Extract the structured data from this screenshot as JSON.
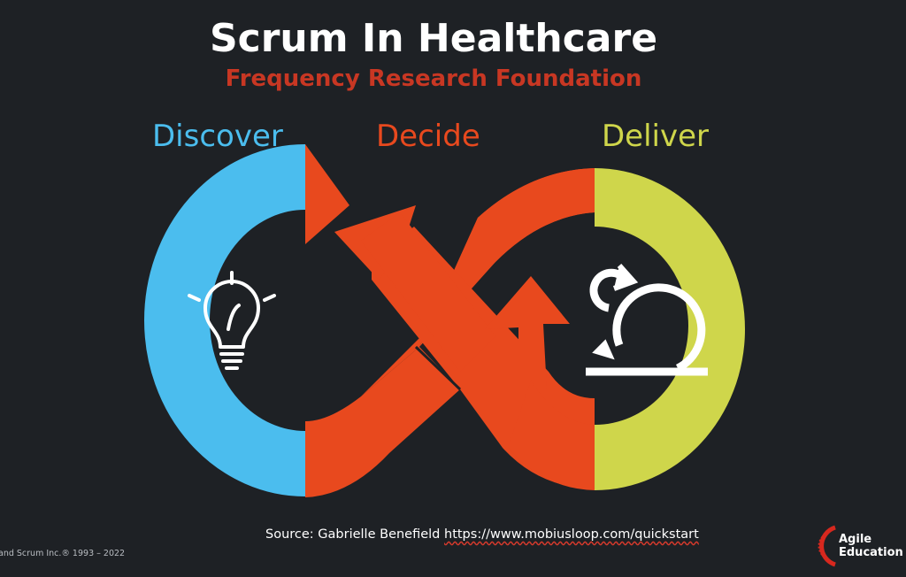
{
  "title": "Scrum In Healthcare",
  "subtitle": "Frequency Research  Foundation",
  "phases": {
    "discover": "Discover",
    "decide": "Decide",
    "deliver": "Deliver"
  },
  "source": {
    "prefix": "Source: Gabrielle Benefield ",
    "url": "https://www.mobiusloop.com/quickstart"
  },
  "copyright": "and Scrum Inc.® 1993 – 2022",
  "logo": {
    "line1": "Agile",
    "line2": "Education"
  },
  "icons": {
    "discover": "lightbulb-icon",
    "deliver": "scrum-cycle-icon"
  },
  "colors": {
    "background": "#1e2125",
    "discover": "#4bbdee",
    "decide": "#e8491e",
    "deliver": "#cfd64b",
    "subtitle": "#c83723",
    "text": "#ffffff"
  }
}
